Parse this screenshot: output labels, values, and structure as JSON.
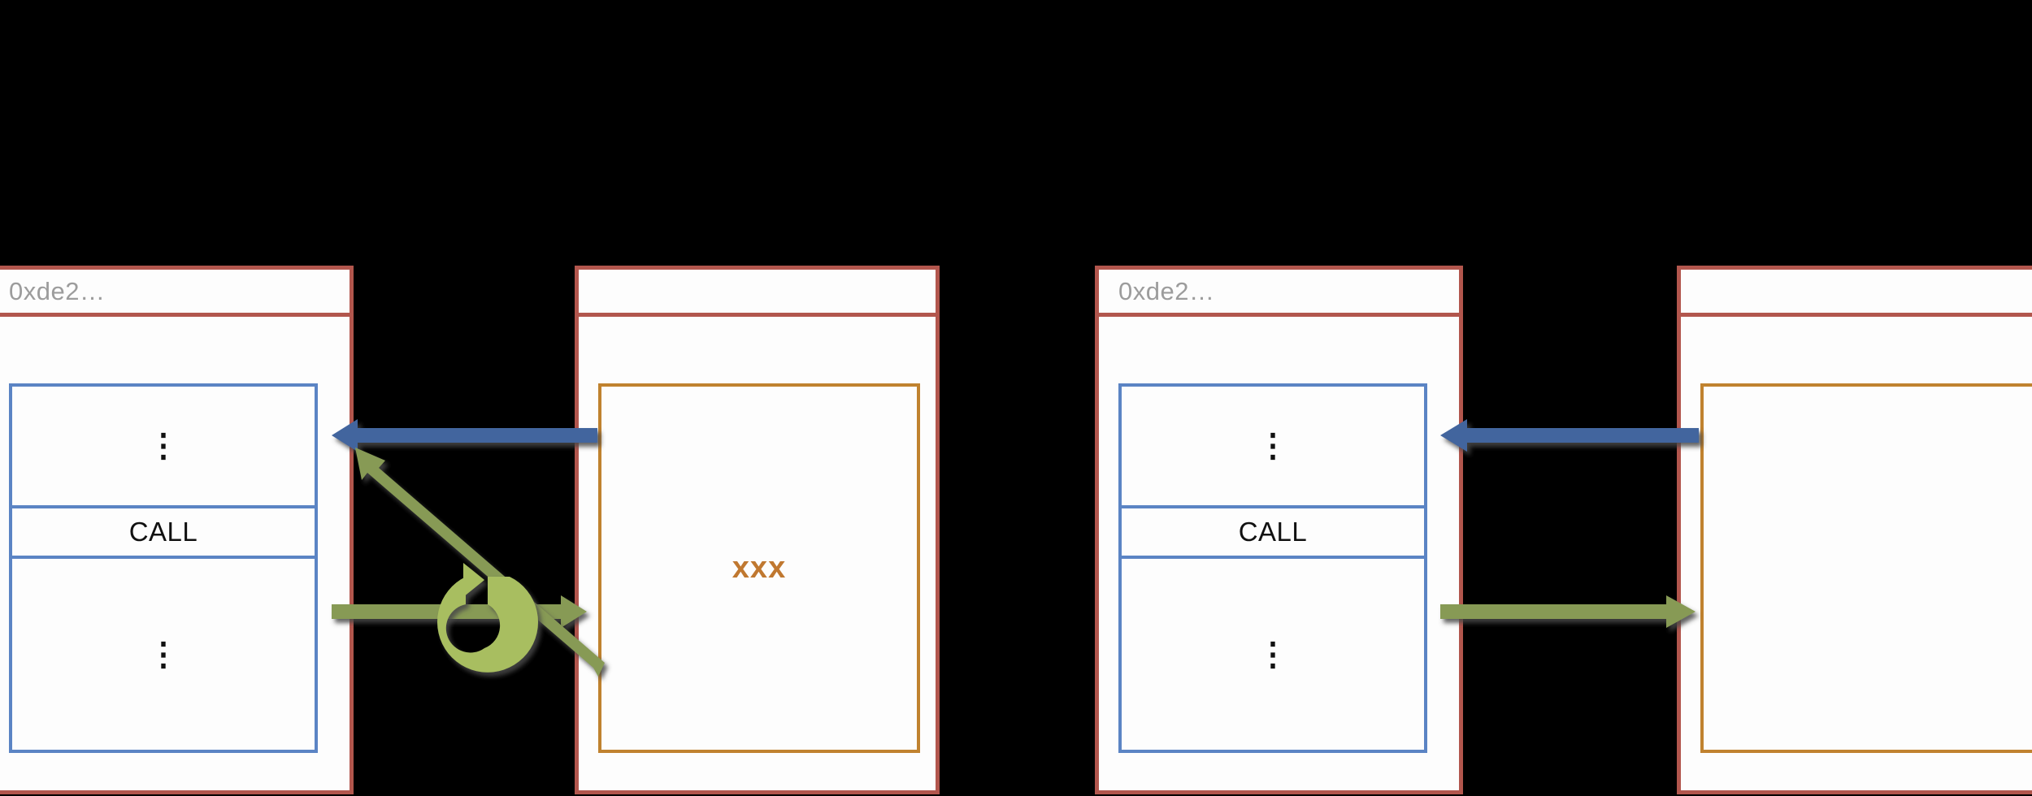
{
  "diagram": {
    "type": "call-flow-diagram",
    "background": "#000000",
    "colors": {
      "panel_border": "#B2564D",
      "code_border": "#5B84C4",
      "callee_border": "#C0822F",
      "callee_text": "#C07830",
      "return_arrow": "#42659E",
      "call_arrow": "#879A55",
      "header_text": "#9C9C9C",
      "panel_fill": "#FDFDFD"
    },
    "scenes": [
      {
        "name": "left-scene",
        "caller": {
          "name": "caller-panel-left",
          "address_label": "0xde2…",
          "code_rows": [
            {
              "name": "ellipsis-top",
              "text": "⋮"
            },
            {
              "name": "call-instruction",
              "text": "CALL"
            },
            {
              "name": "ellipsis-bottom",
              "text": "⋮"
            }
          ]
        },
        "callee": {
          "name": "callee-panel-left",
          "address_label": "",
          "body_label": "xxx"
        },
        "edges": [
          {
            "name": "return-edge",
            "label": "",
            "direction": "callee-to-caller",
            "color": "#42659E"
          },
          {
            "name": "call-edge",
            "label": "",
            "direction": "caller-to-callee",
            "color": "#879A55"
          },
          {
            "name": "loop-edge",
            "label": "",
            "direction": "diagonal-return",
            "color": "#879A55"
          }
        ],
        "loop_icon": {
          "name": "circular-loop-icon",
          "color": "#A8BE60"
        }
      },
      {
        "name": "right-scene",
        "caller": {
          "name": "caller-panel-right",
          "address_label": "0xde2…",
          "code_rows": [
            {
              "name": "ellipsis-top",
              "text": "⋮"
            },
            {
              "name": "call-instruction",
              "text": "CALL"
            },
            {
              "name": "ellipsis-bottom",
              "text": "⋮"
            }
          ]
        },
        "callee": {
          "name": "callee-panel-right",
          "address_label": "",
          "body_label": ""
        },
        "edges": [
          {
            "name": "return-edge",
            "label": "",
            "direction": "callee-to-caller",
            "color": "#42659E"
          },
          {
            "name": "call-edge",
            "label": "",
            "direction": "caller-to-callee",
            "color": "#879A55"
          }
        ]
      }
    ]
  }
}
